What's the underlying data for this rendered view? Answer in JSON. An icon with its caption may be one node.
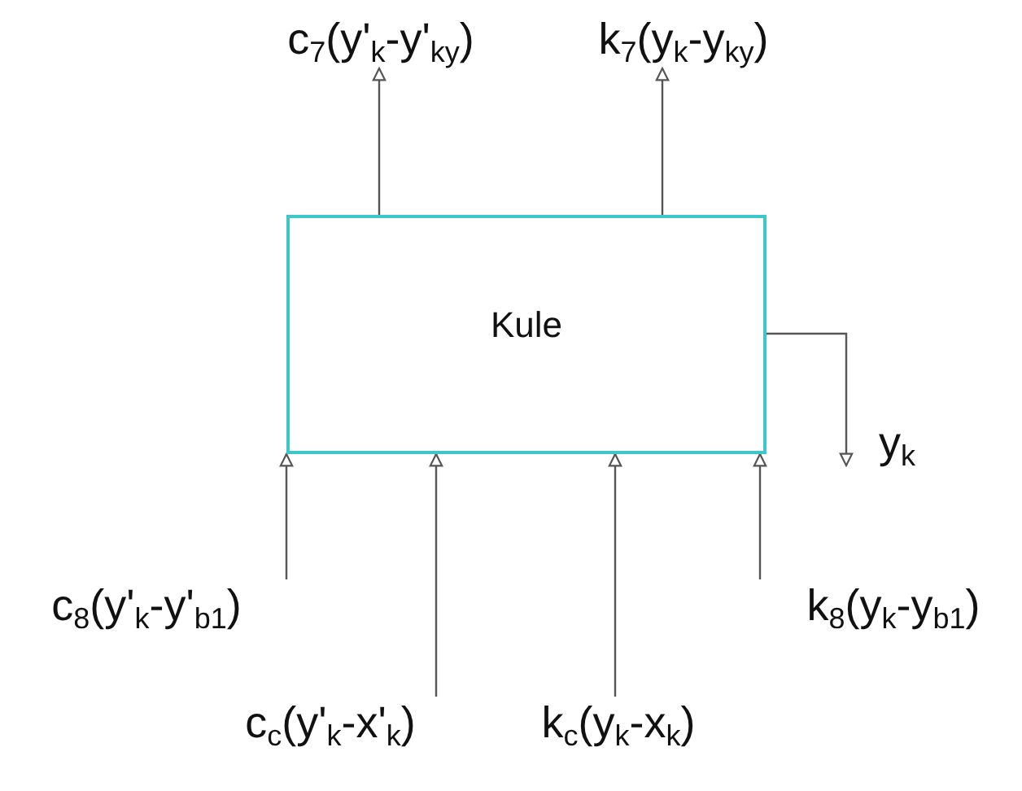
{
  "diagram": {
    "nodes": [
      {
        "text": [
          "Kule"
        ]
      },
      {
        "text": [
          "c$_{7}$(y'$_{k}$-y'$_{ky}$)"
        ]
      },
      {
        "text": [
          "k$_{7}$(y$_{k}$-y$_{ky}$)"
        ]
      },
      {
        "text": [
          "y$_{k}$"
        ]
      },
      {
        "text": [
          "c$_{8}$(y'$_{k}$-y'$_{b1}$)"
        ]
      },
      {
        "text": [
          "c$_{c}$(y'$_{k}$-x'$_{k}$)"
        ]
      },
      {
        "text": [
          "k$_{c}$(y$_{k}$-x$_{k}$)"
        ]
      },
      {
        "text": [
          "k$_{8}$(y$_{k}$-y$_{b1}$)"
        ]
      }
    ],
    "edges": [
      {
        "from": 0,
        "to": 1,
        "arrow": "to"
      },
      {
        "from": 0,
        "to": 2,
        "arrow": "to"
      },
      {
        "from": 0,
        "to": 3,
        "arrow": "to"
      },
      {
        "from": 4,
        "to": 0,
        "arrow": "to"
      },
      {
        "from": 5,
        "to": 0,
        "arrow": "to"
      },
      {
        "from": 6,
        "to": 0,
        "arrow": "to"
      },
      {
        "from": 7,
        "to": 0,
        "arrow": "to"
      }
    ]
  }
}
